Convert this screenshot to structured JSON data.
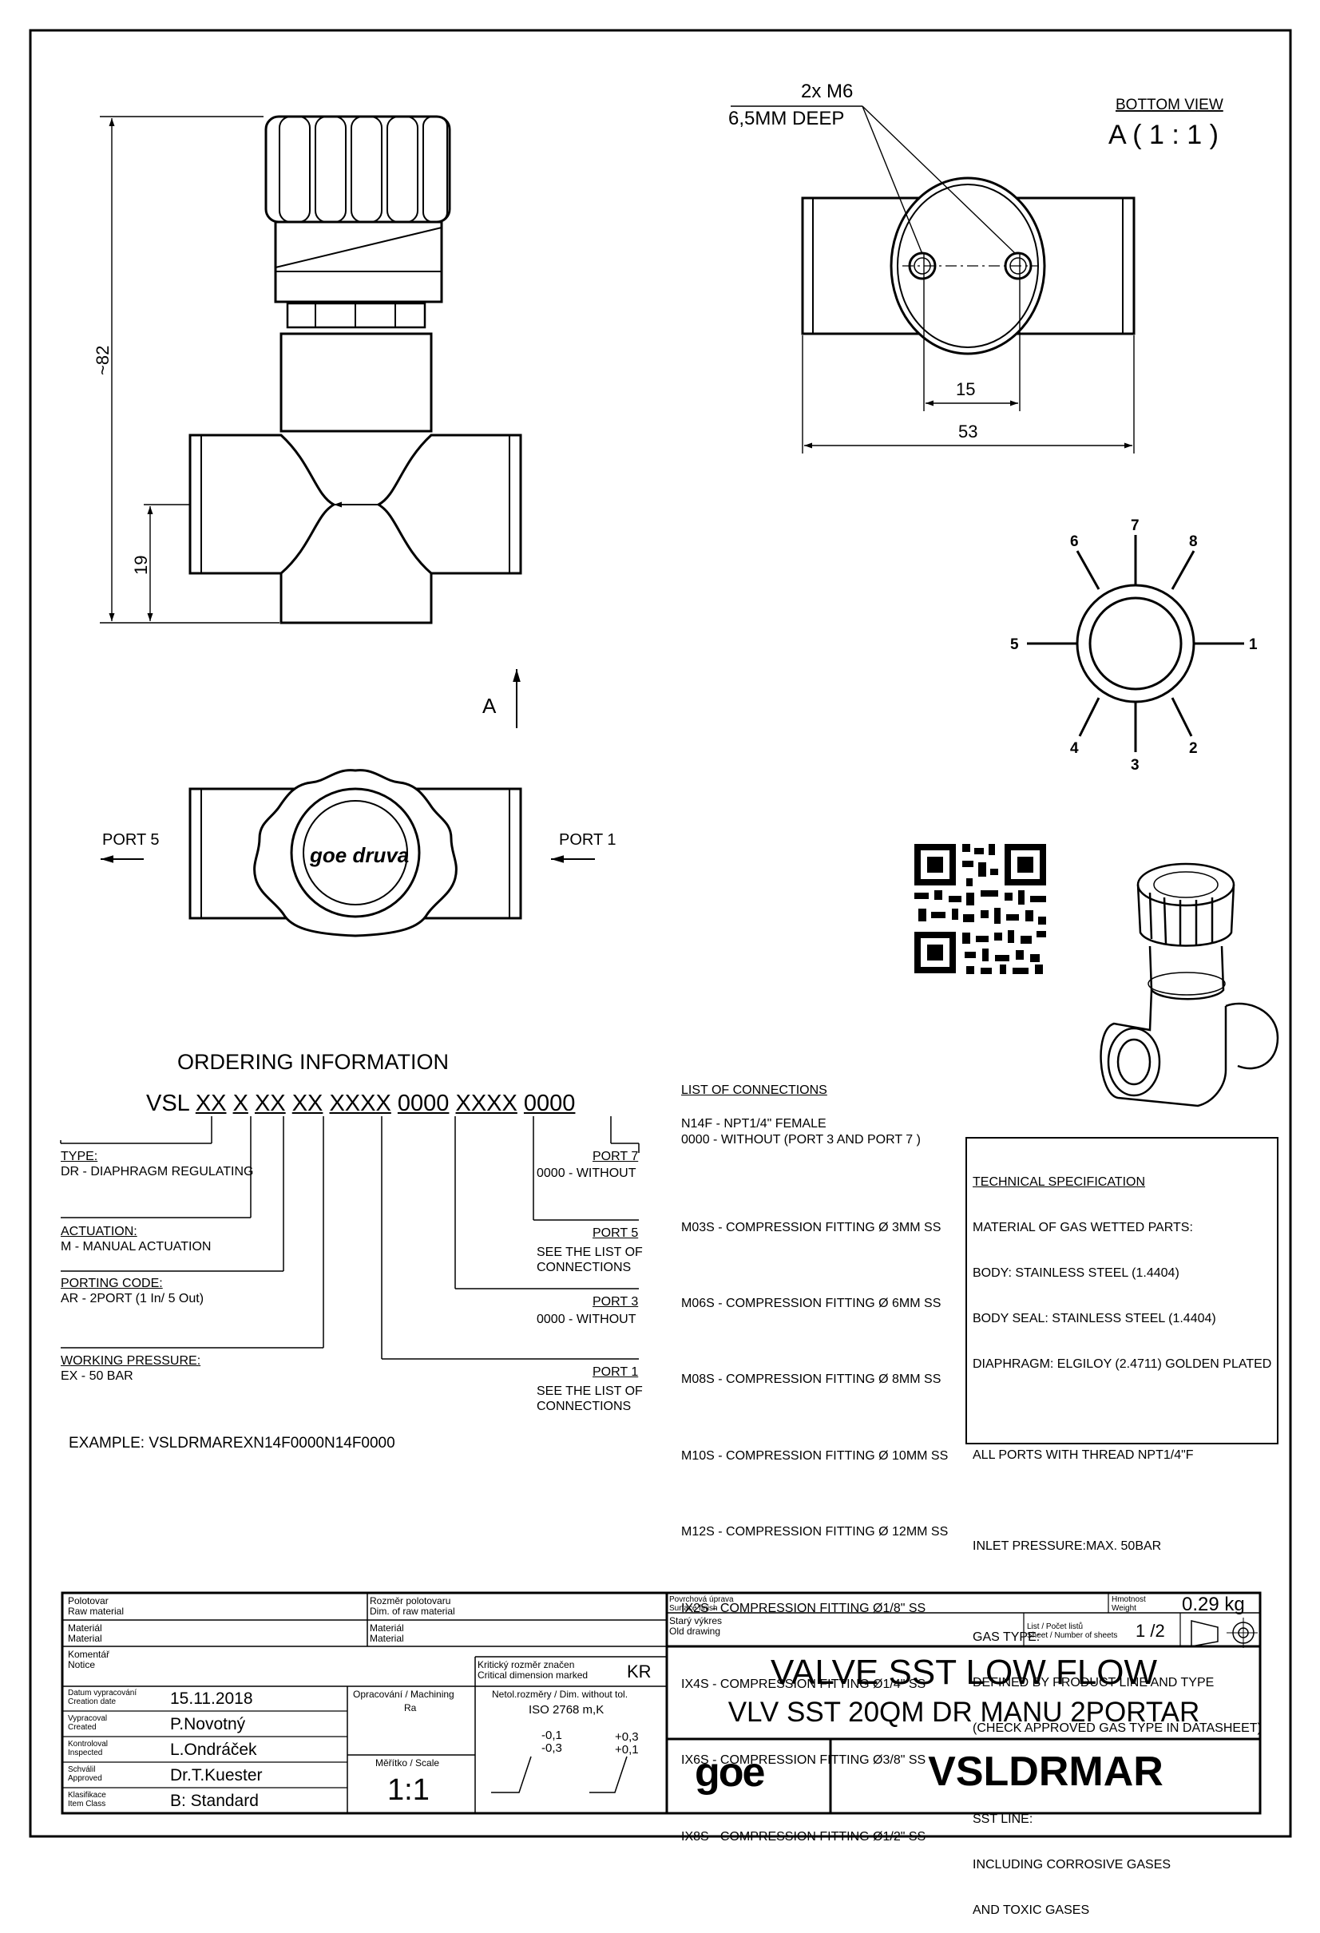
{
  "annotations": {
    "holes_count": "2x M6",
    "holes_depth": "6,5MM DEEP",
    "bottom_view_title": "BOTTOM VIEW",
    "bottom_view_scale": "A ( 1 : 1 )",
    "dim_height": "~82",
    "dim_port_height": "19",
    "dim_holes": "15",
    "dim_width": "53",
    "view_arrow": "A",
    "port_left": "PORT 5",
    "port_right": "PORT 1",
    "logo": "goe druva",
    "port_numbers": [
      "1",
      "2",
      "3",
      "4",
      "5",
      "6",
      "7",
      "8"
    ]
  },
  "ordering": {
    "title": "ORDERING INFORMATION",
    "code_prefix": "VSL",
    "code_parts": [
      "XX",
      "X",
      "XX",
      "XX",
      "XXXX",
      "0000",
      "XXXX",
      "0000"
    ],
    "type_label": "TYPE:",
    "type_value": "DR - DIAPHRAGM REGULATING",
    "actuation_label": "ACTUATION:",
    "actuation_value": "M - MANUAL ACTUATION",
    "porting_label": "PORTING CODE:",
    "porting_value": "AR - 2PORT (1 In/ 5 Out)",
    "pressure_label": "WORKING PRESSURE:",
    "pressure_value": "EX - 50 BAR",
    "port7_label": "PORT 7",
    "port7_value": "0000 - WITHOUT",
    "port5_label": "PORT 5",
    "port5_value": "SEE THE LIST OF\nCONNECTIONS",
    "port3_label": "PORT 3",
    "port3_value": "0000 - WITHOUT",
    "port1_label": "PORT 1",
    "port1_value": "SEE THE LIST OF\nCONNECTIONS",
    "example": "EXAMPLE: VSLDRMAREXN14F0000N14F0000"
  },
  "connections": {
    "title": "LIST OF CONNECTIONS",
    "intro": [
      "N14F - NPT1/4\" FEMALE",
      "0000 - WITHOUT (PORT 3 AND PORT 7 )"
    ],
    "items": [
      "M03S - COMPRESSION FITTING Ø 3MM SS",
      "M06S - COMPRESSION FITTING Ø 6MM SS",
      "M08S - COMPRESSION FITTING Ø 8MM SS",
      "M10S - COMPRESSION FITTING Ø 10MM SS",
      "M12S - COMPRESSION FITTING Ø 12MM SS",
      "IX2S - COMPRESSION FITTING Ø1/8\" SS",
      "IX4S - COMPRESSION FITTING Ø1/4\" SS",
      "IX6S - COMPRESSION FITTING Ø3/8\" SS",
      "IX8S - COMPRESSION FITTING Ø1/2\" SS"
    ]
  },
  "spec": {
    "title": "TECHNICAL SPECIFICATION",
    "lines": [
      "MATERIAL OF GAS WETTED PARTS:",
      "BODY: STAINLESS STEEL (1.4404)",
      "BODY SEAL: STAINLESS STEEL (1.4404)",
      "DIAPHRAGM: ELGILOY (2.4711) GOLDEN PLATED",
      "",
      "ALL PORTS WITH THREAD NPT1/4\"F",
      "",
      "INLET PRESSURE:MAX. 50BAR",
      "",
      "GAS TYPE:",
      "DEFINED BY PRODUCT LINE AND TYPE",
      "(CHECK APPROVED GAS TYPE IN DATASHEET)",
      "",
      "SST LINE:",
      "INCLUDING CORROSIVE GASES",
      "AND TOXIC GASES"
    ]
  },
  "title_block": {
    "raw_material": "Polotovar\nRaw material",
    "dim_raw_material": "Rozměr polotovaru\nDim. of raw material",
    "material_left": "Materiál\nMaterial",
    "material_right": "Materiál\nMaterial",
    "notice": "Komentář\nNotice",
    "critical_dim": "Kritický rozměr značen\nCritical dimension marked",
    "critical_mark": "KR",
    "creation_date_label": "Datum vypracování\nCreation date",
    "creation_date": "15.11.2018",
    "created_label": "Vypracoval\nCreated",
    "created": "P.Novotný",
    "inspected_label": "Kontroloval\nInspected",
    "inspected": "L.Ondráček",
    "approved_label": "Schválil\nApproved",
    "approved": "Dr.T.Kuester",
    "item_class_label": "Klasifikace\nItem Class",
    "item_class": "B: Standard",
    "machining_label": "Opracování / Machining",
    "machining_value": "Ra",
    "tolerance_label": "Netol.rozměry / Dim. without tol.",
    "tolerance_std": "ISO 2768 m,K",
    "tol_neg": "-0,1\n-0,3",
    "tol_pos": "+0,3\n+0,1",
    "scale_label": "Měřítko / Scale",
    "scale": "1:1",
    "surface_finish": "Povrchová úprava\nSurface finish",
    "weight_label": "Hmotnost\nWeight",
    "weight": "0.29 kg",
    "old_drawing": "Starý výkres\nOld drawing",
    "sheet_label": "List / Počet listů\nSheet / Number of sheets",
    "sheet": "1 /2",
    "title1": "VALVE SST LOW FLOW",
    "title2": "VLV SST 20QM DR MANU 2PORTAR",
    "logo": "goe",
    "part_number": "VSLDRMAR"
  }
}
